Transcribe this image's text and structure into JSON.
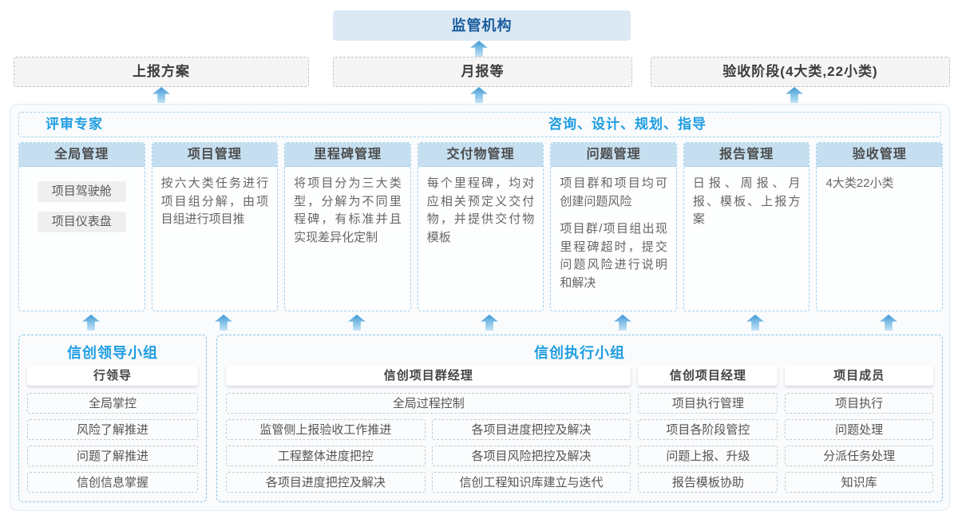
{
  "colors": {
    "accent_blue": "#1e9de2",
    "dark_blue": "#1a5c9e",
    "arrow_blue": "#4aa2dc",
    "header_fill": "#c6dff0",
    "regulator_fill": "#dce9f5"
  },
  "top": {
    "regulator_label": "监管机构"
  },
  "report_row": {
    "box1": "上报方案",
    "box2": "月报等",
    "box3": "验收阶段(4大类,22小类)"
  },
  "platform": {
    "experts_label": "评审专家",
    "advisory_label": "咨询、设计、规划、指导",
    "columns": [
      {
        "title": "全局管理",
        "chips": [
          "项目驾驶舱",
          "项目仪表盘"
        ]
      },
      {
        "title": "项目管理",
        "paragraphs": [
          "按六大类任务进行项目组分解，由项目组进行项目推"
        ]
      },
      {
        "title": "里程碑管理",
        "paragraphs": [
          "将项目分为三大类型，分解为不同里程碑，有标准并且实现差异化定制"
        ]
      },
      {
        "title": "交付物管理",
        "paragraphs": [
          "每个里程碑，均对应相关预定义交付物，并提供交付物模板"
        ]
      },
      {
        "title": "问题管理",
        "paragraphs": [
          "项目群和项目均可创建问题风险",
          "项目群/项目组出现里程碑超时，提交问题风险进行说明和解决"
        ]
      },
      {
        "title": "报告管理",
        "paragraphs": [
          "日报、周报、月报、模板、上报方案"
        ]
      },
      {
        "title": "验收管理",
        "paragraphs": [
          "4大类22小类"
        ]
      }
    ]
  },
  "leader_group": {
    "title": "信创领导小组",
    "role": "行领导",
    "items": [
      "全局掌控",
      "风险了解推进",
      "问题了解推进",
      "信创信息掌握"
    ]
  },
  "exec_group": {
    "title": "信创执行小组",
    "program_manager": {
      "role": "信创项目群经理",
      "full_item": "全局过程控制",
      "grid": [
        [
          "监管侧上报验收工作推进",
          "各项目进度把控及解决"
        ],
        [
          "工程整体进度把控",
          "各项目风险把控及解决"
        ],
        [
          "各项目进度把控及解决",
          "信创工程知识库建立与迭代"
        ]
      ]
    },
    "project_manager": {
      "role": "信创项目经理",
      "items": [
        "项目执行管理",
        "项目各阶段管控",
        "问题上报、升级",
        "报告模板协助"
      ]
    },
    "members": {
      "role": "项目成员",
      "items": [
        "项目执行",
        "问题处理",
        "分派任务处理",
        "知识库"
      ]
    }
  }
}
